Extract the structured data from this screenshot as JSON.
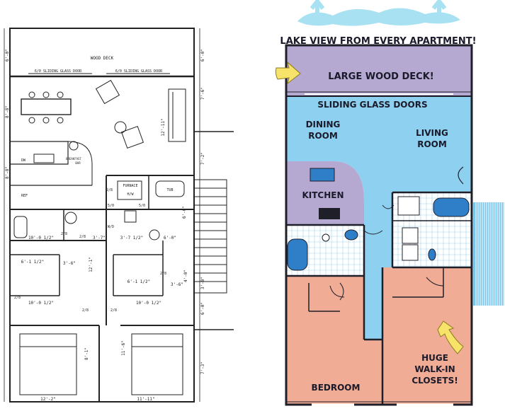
{
  "colors": {
    "deck": "#b6a9d1",
    "living": "#8ed0ef",
    "bedroom": "#f0ac95",
    "bath": "#ffffff",
    "bath_grid": "#9fd4ec",
    "kitchen": "#b6a9d1",
    "fixture": "#2f7fc8",
    "arrow": "#f7e36a",
    "cloud": "#a8e1f2",
    "stairs": "#7bc7ea",
    "wall": "#1f1f2a"
  },
  "color_plan": {
    "headline": "LAKE VIEW FROM EVERY APARTMENT!",
    "rooms": {
      "deck": "LARGE WOOD DECK!",
      "doors": "SLIDING GLASS DOORS",
      "dining_1": "DINING",
      "dining_2": "ROOM",
      "living_1": "LIVING",
      "living_2": "ROOM",
      "kitchen": "KITCHEN",
      "bedroom": "BEDROOM",
      "closets_1": "HUGE",
      "closets_2": "WALK-IN",
      "closets_3": "CLOSETS!"
    }
  },
  "blueprint": {
    "deck_label": "WOOD DECK",
    "door_left": "6/0 SLIDING GLASS DOOR",
    "door_right": "6/0 SLIDING GLASS DOOR",
    "breakfast_1": "BREAKFAST",
    "breakfast_2": "BAR",
    "furnace": "FURNACE",
    "hw": "H/W",
    "tub": "TUB",
    "ref": "REF",
    "dw": "DW",
    "wd": "W/D",
    "dims": {
      "top_left": "6'-0\"",
      "top_right": "6'-0\"",
      "left_1": "8'-8\"",
      "left_2": "8'-8\"",
      "right_1": "7'-6\"",
      "right_2": "12'-11\"",
      "right_3": "7'-2\"",
      "right_4": "6'-0\"",
      "right_5": "3'-0\"",
      "right_6": "6'-0\"",
      "right_7": "7'-3\"",
      "r1": "10'-0 1/2\"",
      "r2": "3'-7\"",
      "r3": "3'-7 1/2\"",
      "r4": "6'-0\"",
      "r5": "6'-1 1/2\"",
      "r6": "3'-6\"",
      "r7": "6'-1 1/2\"",
      "r8": "3'-6\"",
      "r9": "10'-0 1/2\"",
      "r10": "10'-0 1/2\"",
      "v1": "12'-1\"",
      "v2": "4'-0\"",
      "v3": "8'-1\"",
      "v4": "11'-6\"",
      "b1": "12'-2\"",
      "b2": "11'-11\"",
      "d1": "2/8",
      "d2": "2/8",
      "d3": "2/8",
      "d4": "2/8",
      "d5": "2/8",
      "d6": "2/8",
      "d7": "2/8",
      "d8": "5/0",
      "d9": "5/0"
    }
  }
}
